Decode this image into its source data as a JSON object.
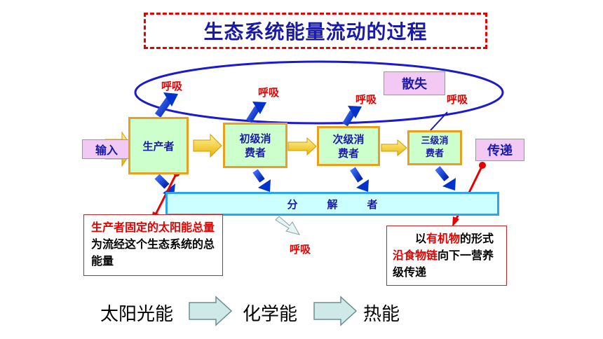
{
  "title": "生态系统能量流动的过程",
  "nodes": {
    "producer": "生产者",
    "primary_line1": "初级消",
    "primary_line2": "费者",
    "secondary_line1": "次级消",
    "secondary_line2": "费者",
    "tertiary_line1": "三级消",
    "tertiary_line2": "费者",
    "decomposer": "分解者"
  },
  "tags": {
    "input": "输入",
    "transfer": "传递",
    "dissipate": "散失"
  },
  "respiration": "呼吸",
  "note_left": {
    "p1": "生产者固定的太阳能总量",
    "p2": "为流经这个生态系统的总能量"
  },
  "note_right": {
    "p1": "以",
    "p2": "有机物",
    "p3": "的形式",
    "p4": "沿食物链",
    "p5": "向下一营养级传递"
  },
  "energy_flow": [
    "太阳光能",
    "化学能",
    "热能"
  ],
  "colors": {
    "title": "#1a1aa8",
    "accent_red": "#e60000",
    "arrow_blue": "#0033cc",
    "arrow_yellow": "#f5d020",
    "ellipse": "#1a1ad0",
    "decomposer_border": "#2aa5f0"
  }
}
